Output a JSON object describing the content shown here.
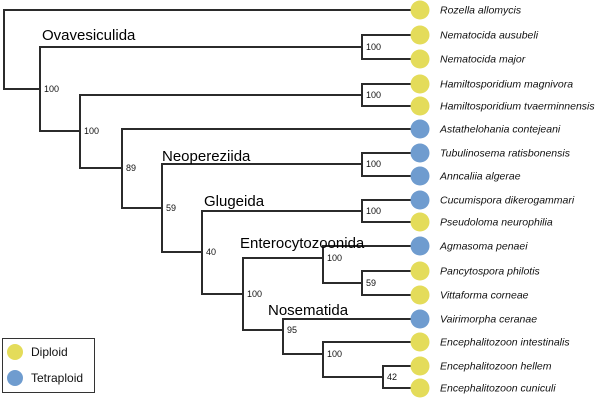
{
  "colors": {
    "diploid": "#e4dc5a",
    "tetraploid": "#6f9ccf"
  },
  "taxa": [
    {
      "label": "Rozella allomycis",
      "ploidy": "diploid"
    },
    {
      "label": "Nematocida ausubeli",
      "ploidy": "diploid"
    },
    {
      "label": "Nematocida major",
      "ploidy": "diploid"
    },
    {
      "label": "Hamiltosporidium magnivora",
      "ploidy": "diploid"
    },
    {
      "label": "Hamiltosporidium tvaerminnensis",
      "ploidy": "diploid"
    },
    {
      "label": "Astathelohania contejeani",
      "ploidy": "tetraploid"
    },
    {
      "label": "Tubulinosema ratisbonensis",
      "ploidy": "tetraploid"
    },
    {
      "label": "Anncaliia algerae",
      "ploidy": "tetraploid"
    },
    {
      "label": "Cucumispora dikerogammari",
      "ploidy": "tetraploid"
    },
    {
      "label": "Pseudoloma neurophilia",
      "ploidy": "diploid"
    },
    {
      "label": "Agmasoma penaei",
      "ploidy": "tetraploid"
    },
    {
      "label": "Pancytospora philotis",
      "ploidy": "diploid"
    },
    {
      "label": "Vittaforma corneae",
      "ploidy": "diploid"
    },
    {
      "label": "Vairimorpha ceranae",
      "ploidy": "tetraploid"
    },
    {
      "label": "Encephalitozoon intestinalis",
      "ploidy": "diploid"
    },
    {
      "label": "Encephalitozoon hellem",
      "ploidy": "diploid"
    },
    {
      "label": "Encephalitozoon cuniculi",
      "ploidy": "diploid"
    }
  ],
  "support_values": {
    "nematocida": "100",
    "ovavesiculida": "100",
    "hamiltosporidium": "100",
    "inner_100": "100",
    "neopereziida": "89",
    "tubulinosema_anncaliia": "100",
    "glugeida": "59",
    "cucumispora_pseudoloma": "100",
    "core": "40",
    "enterocytozoonida": "100",
    "agmasoma_group": "100",
    "pancytospora_vittaforma": "59",
    "nosematida": "95",
    "encephalitozoon": "100",
    "hellem_cuniculi": "42"
  },
  "clade_labels": {
    "ovavesiculida": "Ovavesiculida",
    "neopereziida": "Neopereziida",
    "glugeida": "Glugeida",
    "enterocytozoonida": "Enterocytozoonida",
    "nosematida": "Nosematida"
  },
  "legend": {
    "items": [
      {
        "label": "Diploid",
        "ploidy": "diploid"
      },
      {
        "label": "Tetraploid",
        "ploidy": "tetraploid"
      }
    ]
  }
}
